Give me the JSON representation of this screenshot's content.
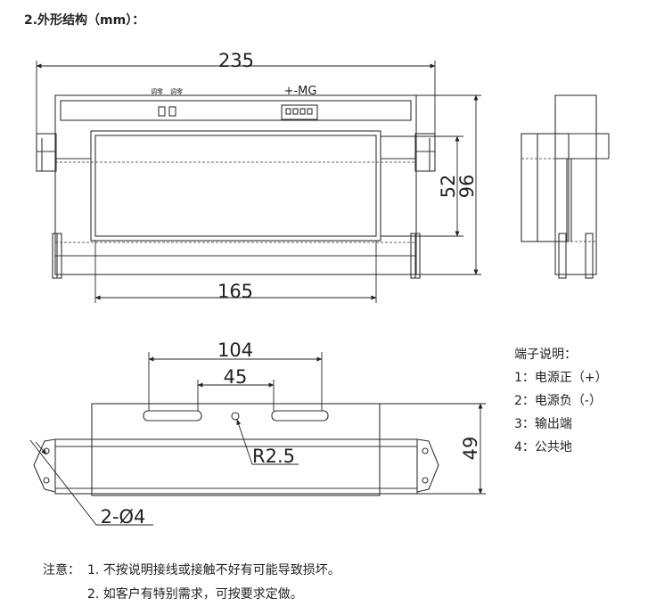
{
  "heading": "2.外形结构（mm）：",
  "top_view": {
    "width_label": "235",
    "inner_width_label": "165",
    "height_inner_label": "52",
    "height_outer_label": "96",
    "connector_label": "+-MG",
    "small_label_left": "调零",
    "small_label_right": "调零"
  },
  "bottom_view": {
    "slot_span_label": "104",
    "slot_inner_label": "45",
    "hole_label": "R2.5",
    "mount_label": "2-Ø4",
    "height_label": "49"
  },
  "terminals": {
    "title": "端子说明：",
    "items": [
      "1：电源正（+）",
      "2：电源负（-）",
      "3：输出端",
      "4：公共地"
    ]
  },
  "notes": {
    "label": "注意：",
    "items": [
      "1. 不按说明接线或接触不好有可能导致损坏。",
      "2. 如客户有特别需求，可按要求定做。"
    ]
  }
}
